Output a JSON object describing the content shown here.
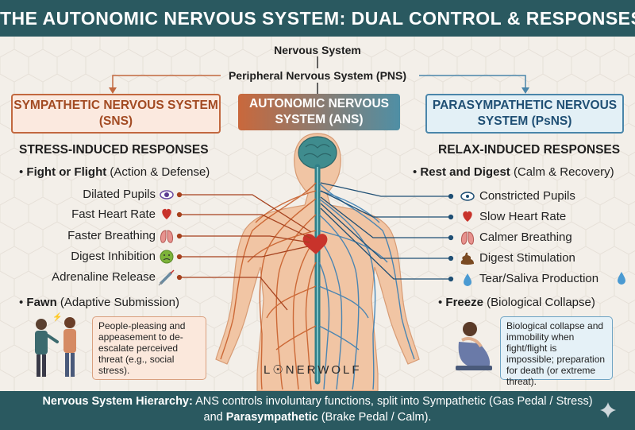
{
  "title": "THE AUTONOMIC NERVOUS SYSTEM: DUAL CONTROL & RESPONSES",
  "hierarchy": {
    "level1": "Nervous System",
    "level2": "Peripheral Nervous System (PNS)"
  },
  "boxes": {
    "sns": "SYMPATHETIC NERVOUS SYSTEM (SNS)",
    "ans": "AUTONOMIC NERVOUS SYSTEM (ANS)",
    "psns": "PARASYMPATHETIC NERVOUS SYSTEM (PsNS)"
  },
  "left": {
    "heading": "STRESS-INDUCED RESPONSES",
    "mode_bold": "Fight or Flight",
    "mode_rest": " (Action & Defense)",
    "items": [
      {
        "label": "Dilated Pupils",
        "icon": "eye-icon"
      },
      {
        "label": "Fast Heart Rate",
        "icon": "heart-icon"
      },
      {
        "label": "Faster Breathing",
        "icon": "lungs-icon"
      },
      {
        "label": "Digest Inhibition",
        "icon": "nauseous-face-icon"
      },
      {
        "label": "Adrenaline Release",
        "icon": "syringe-icon"
      }
    ],
    "second_bold": "Fawn",
    "second_rest": " (Adaptive Submission)",
    "note": "People-pleasing and appeasement to de-escalate perceived threat (e.g., social stress)."
  },
  "right": {
    "heading": "RELAX-INDUCED RESPONSES",
    "mode_bold": "Rest and Digest",
    "mode_rest": " (Calm & Recovery)",
    "items": [
      {
        "label": "Constricted Pupils",
        "icon": "eye-icon"
      },
      {
        "label": "Slow Heart Rate",
        "icon": "heart-icon"
      },
      {
        "label": "Calmer Breathing",
        "icon": "lungs-icon"
      },
      {
        "label": "Digest Stimulation",
        "icon": "stool-icon"
      },
      {
        "label": "Tear/Saliva Production",
        "icon": "droplet-icon"
      }
    ],
    "second_bold": "Freeze",
    "second_rest": " (Biological Collapse)",
    "note": "Biological collapse and immobility when fight/flight is impossible; preparation for death (or extreme threat)."
  },
  "logo": "L☉NERWOLF",
  "footer": {
    "bold1": "Nervous System Hierarchy:",
    "text1": " ANS controls involuntary functions, split into Sympathetic (Gas Pedal / Stress) and ",
    "bold2": "Parasympathetic",
    "text2": " (Brake Pedal / Calm)."
  },
  "colors": {
    "header": "#2a5960",
    "sympathetic": "#c2683f",
    "parasympathetic": "#4a86aa",
    "nerve_orange": "#c8602c",
    "nerve_blue": "#3a7fb3"
  }
}
